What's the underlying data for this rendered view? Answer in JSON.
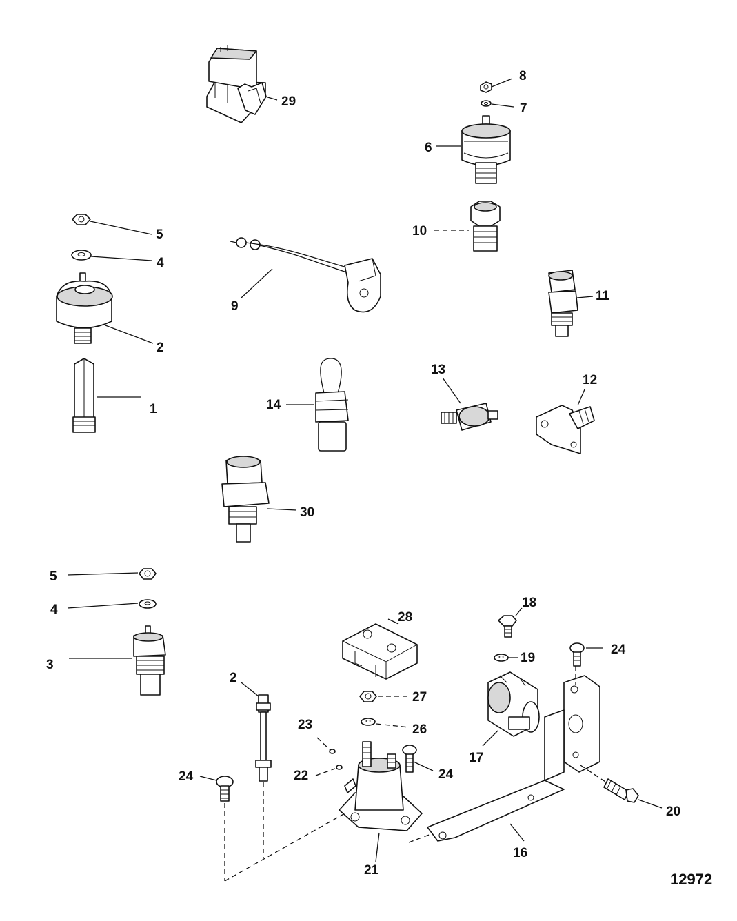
{
  "figure_number": "12972",
  "callouts": {
    "c29": "29",
    "c8": "8",
    "c7": "7",
    "c6": "6",
    "c10": "10",
    "c5a": "5",
    "c4a": "4",
    "c2a": "2",
    "c1": "1",
    "c9": "9",
    "c11": "11",
    "c13": "13",
    "c12": "12",
    "c14": "14",
    "c30": "30",
    "c5b": "5",
    "c4b": "4",
    "c3": "3",
    "c18": "18",
    "c28": "28",
    "c24a": "24",
    "c19": "19",
    "c2b": "2",
    "c27": "27",
    "c23": "23",
    "c26": "26",
    "c24b": "24",
    "c22": "22",
    "c17": "17",
    "c24c": "24",
    "c20": "20",
    "c16": "16",
    "c21": "21"
  },
  "parts": [
    {
      "ref": "1",
      "icon": "extension-fitting-icon"
    },
    {
      "ref": "2",
      "icon": "pressure-sender-icon"
    },
    {
      "ref": "3",
      "icon": "temperature-sender-icon"
    },
    {
      "ref": "4",
      "icon": "lockwasher-icon"
    },
    {
      "ref": "5",
      "icon": "nut-icon"
    },
    {
      "ref": "6",
      "icon": "oil-pressure-switch-icon"
    },
    {
      "ref": "7",
      "icon": "washer-icon"
    },
    {
      "ref": "8",
      "icon": "nut-icon"
    },
    {
      "ref": "9",
      "icon": "wire-harness-icon"
    },
    {
      "ref": "10",
      "icon": "adapter-fitting-icon"
    },
    {
      "ref": "11",
      "icon": "sensor-icon"
    },
    {
      "ref": "12",
      "icon": "elbow-fitting-icon"
    },
    {
      "ref": "13",
      "icon": "knock-sensor-icon"
    },
    {
      "ref": "14",
      "icon": "connector-sensor-icon"
    },
    {
      "ref": "16",
      "icon": "bracket-icon"
    },
    {
      "ref": "17",
      "icon": "solenoid-icon"
    },
    {
      "ref": "18",
      "icon": "screw-icon"
    },
    {
      "ref": "19",
      "icon": "washer-icon"
    },
    {
      "ref": "20",
      "icon": "screw-icon"
    },
    {
      "ref": "21",
      "icon": "starter-solenoid-icon"
    },
    {
      "ref": "22",
      "icon": "washer-icon"
    },
    {
      "ref": "23",
      "icon": "washer-icon"
    },
    {
      "ref": "24",
      "icon": "screw-icon"
    },
    {
      "ref": "26",
      "icon": "lockwasher-icon"
    },
    {
      "ref": "27",
      "icon": "nut-icon"
    },
    {
      "ref": "28",
      "icon": "cover-icon"
    },
    {
      "ref": "29",
      "icon": "relay-icon"
    },
    {
      "ref": "30",
      "icon": "temperature-sensor-icon"
    }
  ]
}
